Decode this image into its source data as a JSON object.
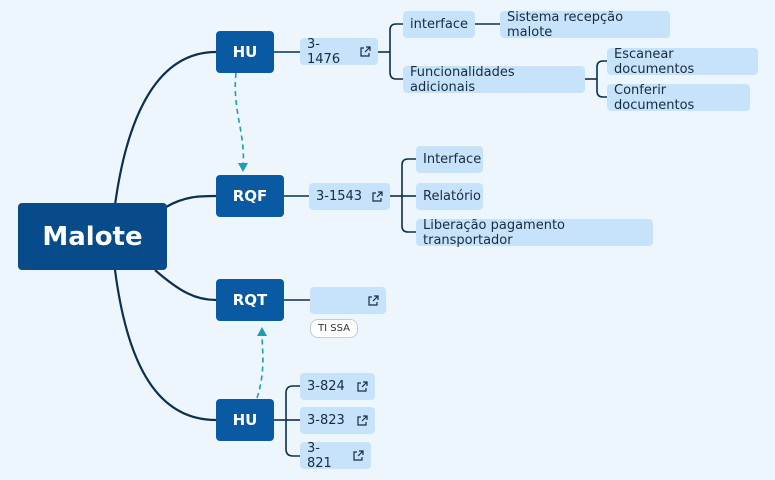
{
  "root": {
    "label": "Malote"
  },
  "branches": {
    "hu1": {
      "label": "HU"
    },
    "rqf": {
      "label": "RQF"
    },
    "rqt": {
      "label": "RQT"
    },
    "hu2": {
      "label": "HU"
    }
  },
  "topics": {
    "hu1_link": "3-1476",
    "interface": "interface",
    "sistema": "Sistema recepção malote",
    "funcionalidades": "Funcionalidades adicionais",
    "escanear": "Escanear documentos",
    "conferir": "Conferir documentos",
    "rqf_link": "3-1543",
    "interface2": "Interface",
    "relatorio": "Relatório",
    "liberacao": "Liberação pagamento transportador",
    "rqt_link": "",
    "rqt_tag": "TI SSA",
    "hu2_link1": "3-824",
    "hu2_link2": "3-823",
    "hu2_link3": "3-821"
  },
  "colors": {
    "background": "#eef6fd",
    "root": "#084b8a",
    "branch": "#0a5aa3",
    "topic": "#c7e3fb",
    "connector": "#0d2f50",
    "relationship": "#1aa0b0"
  },
  "icons": {
    "link": "external-link-icon"
  }
}
